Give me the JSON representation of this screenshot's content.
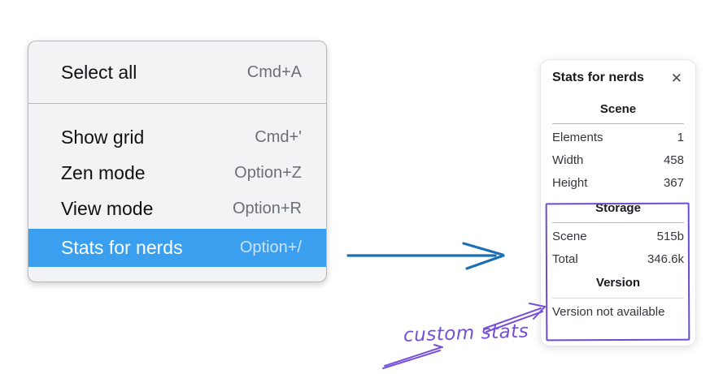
{
  "context_menu": {
    "items": [
      {
        "label": "Select all",
        "shortcut": "Cmd+A",
        "highlighted": false
      },
      {
        "label": "Show grid",
        "shortcut": "Cmd+'",
        "highlighted": false
      },
      {
        "label": "Zen mode",
        "shortcut": "Option+Z",
        "highlighted": false
      },
      {
        "label": "View mode",
        "shortcut": "Option+R",
        "highlighted": false
      },
      {
        "label": "Stats for nerds",
        "shortcut": "Option+/",
        "highlighted": true
      }
    ]
  },
  "stats_panel": {
    "title": "Stats for nerds",
    "close_glyph": "✕",
    "sections": {
      "scene": {
        "heading": "Scene",
        "rows": [
          {
            "label": "Elements",
            "value": "1"
          },
          {
            "label": "Width",
            "value": "458"
          },
          {
            "label": "Height",
            "value": "367"
          }
        ]
      },
      "storage": {
        "heading": "Storage",
        "rows": [
          {
            "label": "Scene",
            "value": "515b"
          },
          {
            "label": "Total",
            "value": "346.6k"
          }
        ]
      },
      "version": {
        "heading": "Version",
        "note": "Version not available"
      }
    }
  },
  "annotations": {
    "custom_stats_label": "custom stats"
  },
  "colors": {
    "menu_highlight": "#3b9ff0",
    "blue_arrow": "#1a6fb5",
    "annotation_purple": "#6b4dcf"
  }
}
